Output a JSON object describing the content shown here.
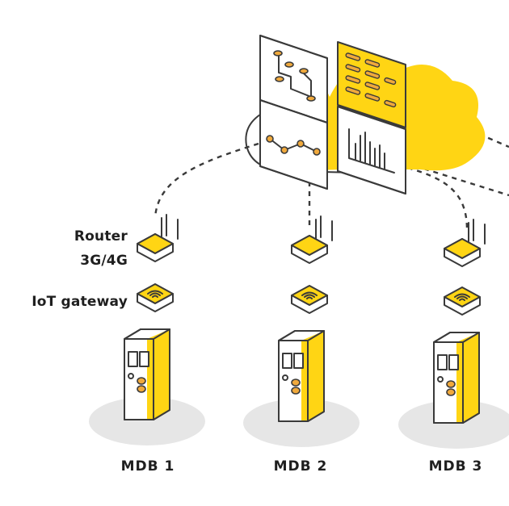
{
  "labels": {
    "router_line1": "Router",
    "router_line2": "3G/4G",
    "gateway": "IoT gateway"
  },
  "cabinets": [
    {
      "label": "MDB 1"
    },
    {
      "label": "MDB 2"
    },
    {
      "label": "MDB 3"
    }
  ],
  "colors": {
    "accent": "#FFD514",
    "stroke": "#3a3a3a",
    "shadow": "#e6e6e6"
  }
}
